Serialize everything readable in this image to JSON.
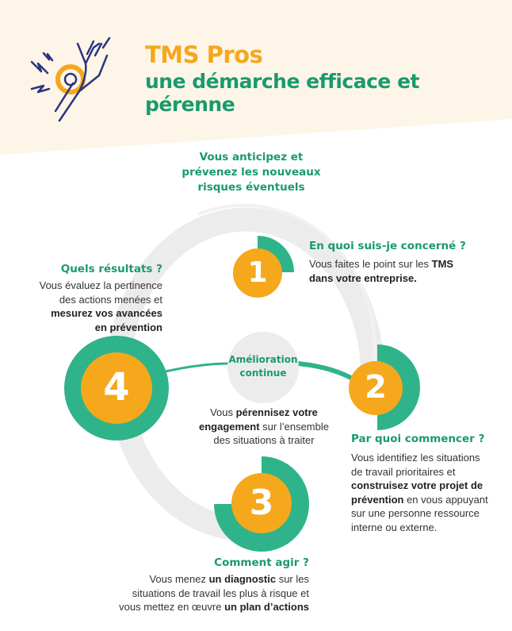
{
  "header": {
    "title": "TMS Pros",
    "subtitle": "une démarche efficace et pérenne"
  },
  "top_note": [
    "Vous anticipez et",
    "prévenez les nouveaux",
    "risques éventuels"
  ],
  "center": {
    "label_1": "Amélioration",
    "label_2": "continue",
    "desc": {
      "a": "Vous ",
      "b": "pérennisez votre",
      "c": "engagement",
      "d": " sur l’ensemble",
      "e": "des situations à traiter"
    }
  },
  "steps": [
    {
      "number": "1",
      "title": "En quoi suis-je concerné ?",
      "desc": {
        "a": "Vous faites le point sur les ",
        "b": "TMS",
        "c": "dans votre entreprise."
      }
    },
    {
      "number": "2",
      "title": "Par quoi commencer ?",
      "desc": {
        "a": "Vous identifiez les situations",
        "b": "de travail prioritaires et",
        "c": "construisez votre projet de",
        "d": "prévention",
        "e": " en vous appuyant",
        "f": "sur une personne ressource",
        "g": "interne ou externe."
      }
    },
    {
      "number": "3",
      "title": "Comment agir ?",
      "desc": {
        "a": "Vous menez ",
        "b": "un diagnostic",
        "c": " sur les",
        "d": "situations de travail les plus à risque et",
        "e": "vous mettez en œuvre ",
        "f": "un plan d’actions"
      }
    },
    {
      "number": "4",
      "title": "Quels résultats ?",
      "desc": {
        "a": "Vous évaluez la pertinence",
        "b": "des actions menées et",
        "c": "mesurez vos avancées",
        "d": "en prévention"
      }
    }
  ],
  "colors": {
    "orange": "#f5a81c",
    "green": "#2fb38b",
    "text_green": "#1a9a6c",
    "cream": "#fdf5e8",
    "grey": "#ececec",
    "navy": "#2a3580"
  }
}
